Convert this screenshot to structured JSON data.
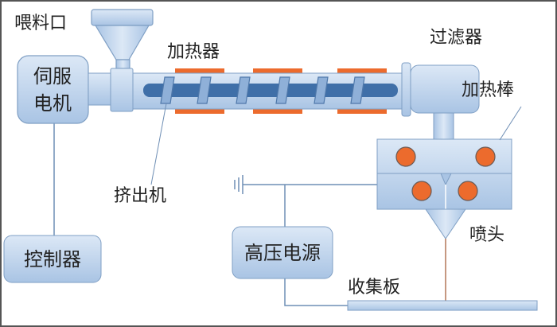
{
  "labels": {
    "feed_port": "喂料口",
    "heater": "加热器",
    "filter": "过滤器",
    "heating_rod": "加热棒",
    "servo_motor_line1": "伺服",
    "servo_motor_line2": "电机",
    "extruder": "挤出机",
    "controller": "控制器",
    "hv_power": "高压电源",
    "nozzle": "喷头",
    "collector": "收集板"
  },
  "colors": {
    "body_fill": "#c5d9ef",
    "outline": "#7f9fc4",
    "screw": "#3f6fa8",
    "heater": "#ec6b2d",
    "fiber": "#a0522d"
  }
}
